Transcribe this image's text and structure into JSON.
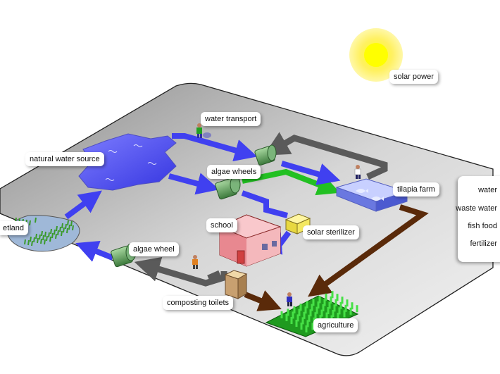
{
  "labels": {
    "solar_power": "solar power",
    "water_transport": "water transport",
    "natural_water_source": "natural water source",
    "algae_wheels": "algae wheels",
    "tilapia_farm": "tilapia farm",
    "wetland": "etland",
    "school": "school",
    "solar_sterilizer": "solar sterilizer",
    "algae_wheel": "algae wheel",
    "composting_toilets": "composting toilets",
    "agriculture": "agriculture"
  },
  "legend": {
    "items": [
      "water",
      "waste water",
      "fish food",
      "fertilizer"
    ]
  },
  "colors": {
    "water": "#4040f0",
    "waste_water": "#5a5a5a",
    "fish_food": "#22c022",
    "fertilizer": "#5a2a0a"
  }
}
